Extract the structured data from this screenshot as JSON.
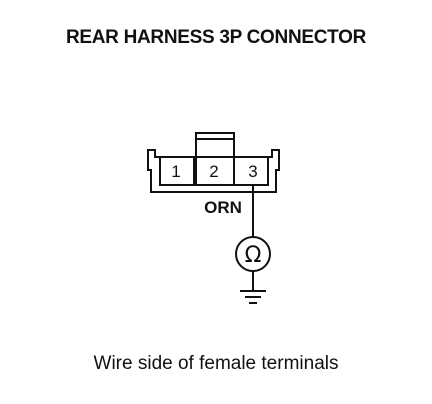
{
  "title": "REAR HARNESS 3P CONNECTOR",
  "connector": {
    "terminals": [
      "1",
      "2",
      "3"
    ]
  },
  "wire": {
    "color_label": "ORN"
  },
  "meter": {
    "symbol": "Ω"
  },
  "icons": {
    "meter": "ohmmeter-icon",
    "ground": "ground-icon"
  },
  "caption": "Wire side of female terminals"
}
